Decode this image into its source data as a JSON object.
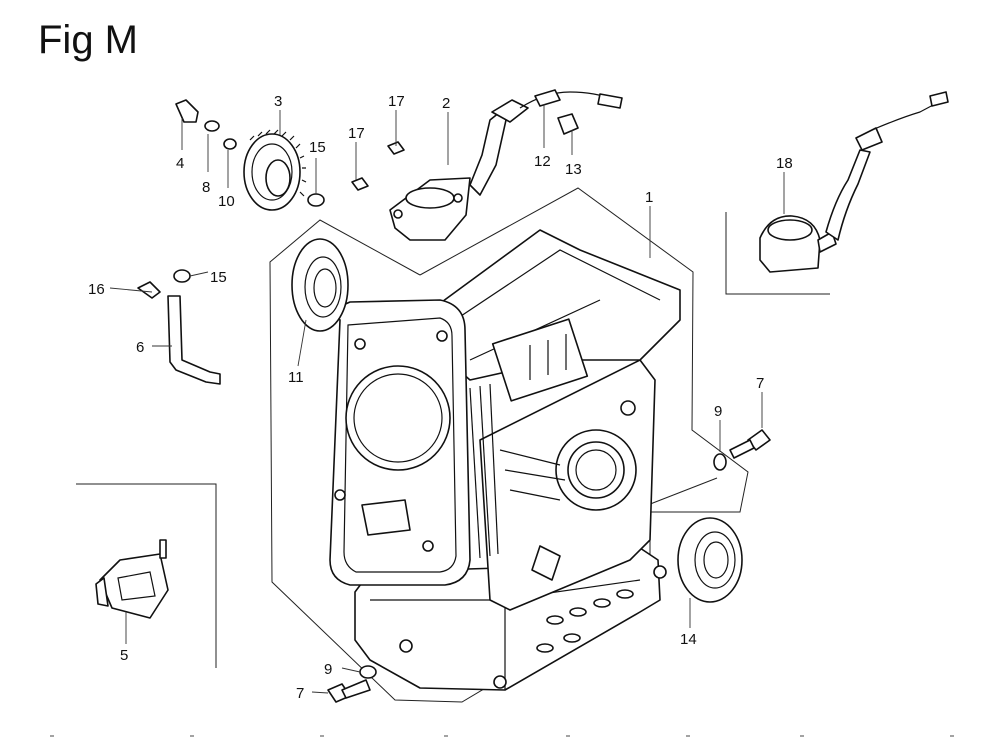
{
  "title": "Fig M",
  "callouts": [
    "1",
    "2",
    "3",
    "4",
    "5",
    "6",
    "7",
    "7",
    "8",
    "9",
    "9",
    "10",
    "11",
    "12",
    "13",
    "14",
    "15",
    "15",
    "16",
    "17",
    "17",
    "18"
  ],
  "parts": {
    "crankcase": "crankcase-part",
    "breather": "breather-tube-part",
    "governor_gear": "governor-gear-part",
    "oil_seal_11": "oil-seal-part",
    "oil_seal_12": "oil-seal-part",
    "oil_sensor": "oil-alert-sensor-part",
    "mount": "engine-mount-part"
  }
}
